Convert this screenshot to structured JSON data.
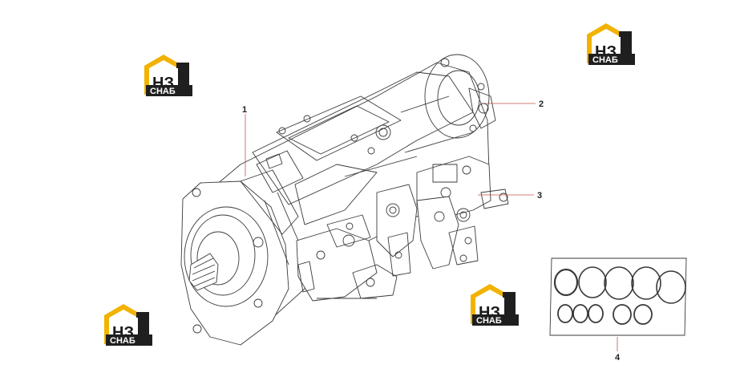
{
  "callouts": [
    {
      "number": "1"
    },
    {
      "number": "2"
    },
    {
      "number": "3"
    },
    {
      "number": "4"
    }
  ],
  "watermark": {
    "mark": "НЗ",
    "word": "СНАБ",
    "colors": {
      "roof": "#f2b200",
      "dark": "#1f1f1f",
      "accent": "#f2b200"
    }
  },
  "colors": {
    "line": "#3a3a3a",
    "background": "#ffffff"
  }
}
